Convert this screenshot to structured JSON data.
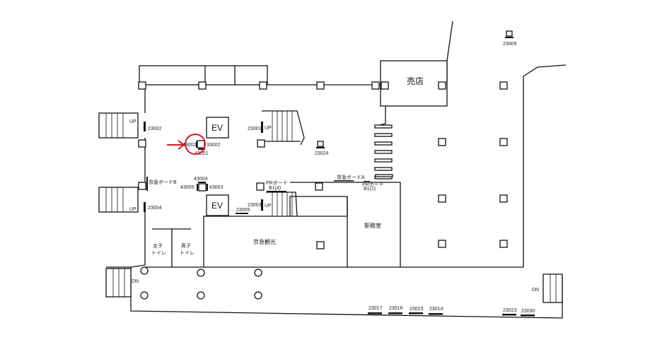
{
  "rooms": {
    "shop": "売店",
    "station_office": "駅務室",
    "keikyu_kanko": "京急観光",
    "womens_toilet": [
      "女子",
      "トイレ"
    ],
    "mens_toilet": [
      "男子",
      "トイレ"
    ],
    "ev_upper": "EV",
    "ev_lower": "EV"
  },
  "boards": {
    "keikyu_board_b": "京急ボードB",
    "keikyu_board_a": "京急ボードA",
    "pr_board_b1_4": [
      "PRボード",
      "B1(4)"
    ],
    "pr_board_b1_1": [
      "PRボード",
      "B1(1)"
    ]
  },
  "stairs": {
    "up_labels": [
      "UP",
      "UP",
      "UP",
      "UP"
    ],
    "dn_labels": [
      "DN",
      "DN"
    ]
  },
  "codes": {
    "c23001": "23001",
    "c23002": "23002",
    "c23003": "23003",
    "c23004": "23004",
    "c23005": "23005",
    "c23009": "23009",
    "c23024": "23024",
    "c23017": "23017",
    "c23016": "23016",
    "c23015": "23015",
    "c23014": "23014",
    "c23023": "23023",
    "c23030": "23030",
    "c43001": "43001",
    "c43002": "43002",
    "c33002": "33002",
    "c43003": "43003",
    "c43004": "43004",
    "c43005": "43005"
  },
  "highlight": {
    "target": "43001",
    "color": "#e0141e"
  }
}
